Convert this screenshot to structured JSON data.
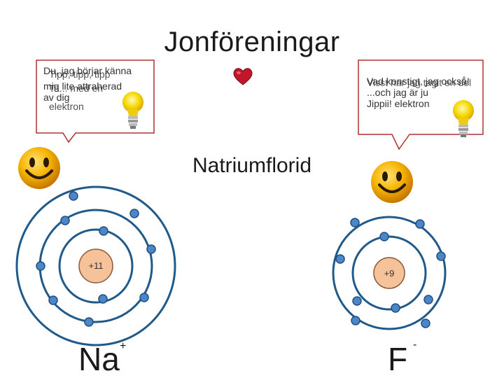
{
  "title": "Jonföreningar",
  "subtitle": "Natriumflorid",
  "left_bubble": {
    "lines": [
      "Du, jag börjar känna",
      "mig lite attraherad",
      "av dig"
    ],
    "overlay_line": "Tipp, tipp, tipp",
    "overlay_line2": "Ta... med en",
    "overlay_line3": "elektron"
  },
  "right_bubble": {
    "lines": [
      "Vad konstigt, jag också!",
      "...och jag är ju",
      "Jippii!  elektron"
    ],
    "overlay_line": "Visst har jag tagit en del"
  },
  "atoms": {
    "na": {
      "nucleus": "+11",
      "symbol": "Na",
      "charge": "+",
      "electrons": 10
    },
    "f": {
      "nucleus": "+9",
      "symbol": "F",
      "charge": "-",
      "electrons": 10
    }
  },
  "colors": {
    "ring": "#1f5a8a",
    "electron": "#4a86c8",
    "electron_stroke": "#1f4f80",
    "nucleus_fill": "#f6c29a",
    "nucleus_stroke": "#8a5a3a",
    "bubble_stroke": "#c0392b",
    "heart": "#c0182a",
    "smiley": "#f2a400"
  }
}
